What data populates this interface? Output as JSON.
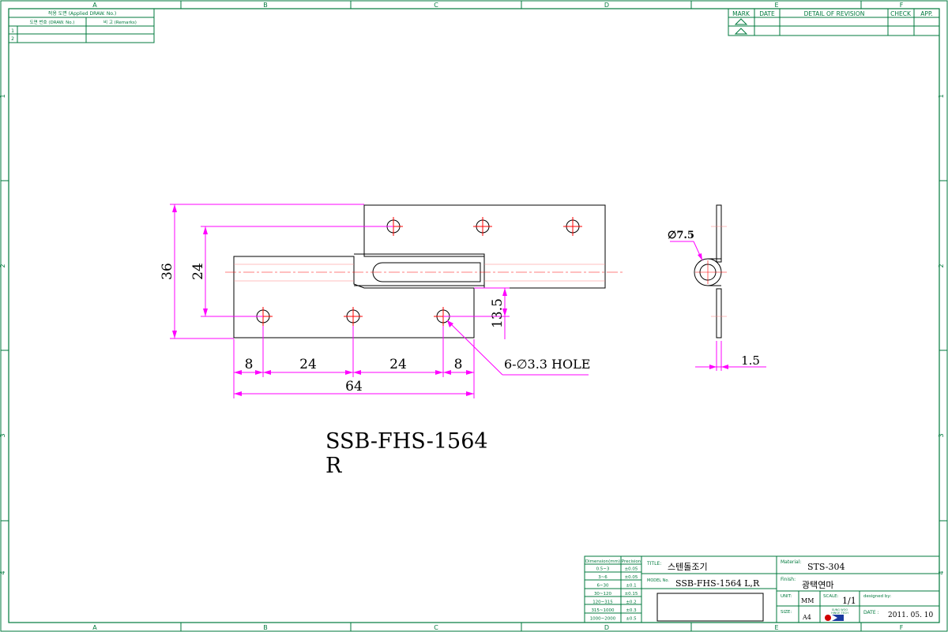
{
  "frame": {
    "col_letters": [
      "A",
      "B",
      "C",
      "D",
      "E",
      "F"
    ],
    "row_numbers": [
      "1",
      "2",
      "3",
      "4"
    ]
  },
  "applied_block": {
    "header": "적용 도면 (Applied DRAW. No.)",
    "col1": "도면 번호 (DRAW. No.)",
    "col2": "비 고 (Remarks)",
    "rows": [
      "1",
      "2"
    ]
  },
  "revision_block": {
    "mark": "MARK",
    "date": "DATE",
    "detail": "DETAIL OF REVISION",
    "check": "CHECK",
    "app": "APP."
  },
  "front_view": {
    "dim_overall_height": "36",
    "dim_hole_span": "24",
    "dim_edge_to_hole": "13.5",
    "dim_bottom": [
      "8",
      "24",
      "24",
      "8"
    ],
    "dim_overall_width": "64",
    "hole_note": "6-∅3.3 HOLE"
  },
  "side_view": {
    "dim_pin": "∅7.5",
    "dim_thickness": "1.5"
  },
  "part_label": {
    "line1": "SSB-FHS-1564",
    "line2": "R"
  },
  "tolerance_table": {
    "headers": [
      "Dimension(mm)",
      "Precision"
    ],
    "rows": [
      [
        "0.5~3",
        "±0.05"
      ],
      [
        "3~6",
        "±0.05"
      ],
      [
        "6~30",
        "±0.1"
      ],
      [
        "30~120",
        "±0.15"
      ],
      [
        "120~315",
        "±0.2"
      ],
      [
        "315~1000",
        "±0.3"
      ],
      [
        "1000~2000",
        "±0.5"
      ]
    ]
  },
  "title_block": {
    "title_label": "TITLE:",
    "title_value": "스텐돌조기",
    "model_label": "MODEL No.",
    "model_value": "SSB-FHS-1564 L,R",
    "material_label": "Material:",
    "material_value": "STS-304",
    "finish_label": "Finish:",
    "finish_value": "광택연마",
    "unit_label": "UNIT:",
    "unit_value": "MM",
    "scale_label": "SCALE:",
    "scale_value": "1/1",
    "designed_label": "designed by:",
    "size_label": "SIZE:",
    "size_value": "A4",
    "logo_text": "SUNG WOO\nHINGE TECH",
    "date_label": "DATE :",
    "date_value": "2011. 05. 10"
  },
  "colors": {
    "frame": "#007a3d",
    "dimension": "#ff00ff",
    "centerline": "#ff0000"
  }
}
